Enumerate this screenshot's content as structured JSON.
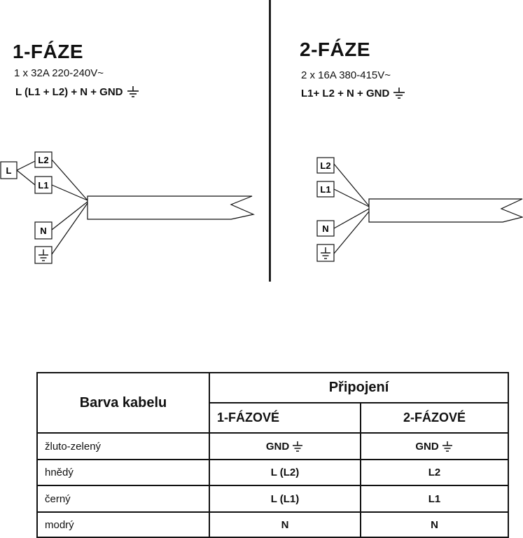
{
  "left": {
    "title": "1-FÁZE",
    "spec": "1 x 32A 220-240V~",
    "formula": "L (L1 + L2) + N + GND",
    "terminals": {
      "l": "L",
      "l2": "L2",
      "l1": "L1",
      "n": "N"
    }
  },
  "right": {
    "title": "2-FÁZE",
    "spec": "2 x 16A 380-415V~",
    "formula": "L1+ L2 + N + GND",
    "terminals": {
      "l2": "L2",
      "l1": "L1",
      "n": "N"
    }
  },
  "table": {
    "col_header": "Barva kabelu",
    "group_header": "Připojení",
    "sub_headers": [
      "1-FÁZOVÉ",
      "2-FÁZOVÉ"
    ],
    "rows": [
      {
        "color": "žluto-zelený",
        "one_phase": "GND",
        "two_phase": "GND"
      },
      {
        "color": "hnědý",
        "one_phase": "L (L2)",
        "two_phase": "L2"
      },
      {
        "color": "černý",
        "one_phase": "L (L1)",
        "two_phase": "L1"
      },
      {
        "color": "modrý",
        "one_phase": "N",
        "two_phase": "N"
      }
    ]
  },
  "icons": {
    "ground": "ground-icon"
  }
}
